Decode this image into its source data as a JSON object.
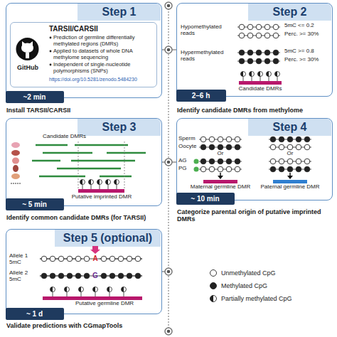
{
  "diagram": {
    "nodes": [
      {
        "text": [
          "Step 1",
          "Install TARSII/CARSII"
        ]
      },
      {
        "text": [
          "GitHub",
          "TARSII/CARSII",
          "Prediction of germline differentially methylated regions (DMRs)",
          "Applied to datasets of whole DNA methylome sequencing",
          "Independent of single-nucleotide polymorphisms (SNPs)",
          "https://doi.org/10.5281/zenodo.5484230"
        ],
        "in": 0
      },
      {
        "text": [
          "~2 min"
        ],
        "in": 0
      },
      {
        "text": [
          "Step 2",
          "Identify candidate DMRs from methylome"
        ]
      },
      {
        "text": [
          "2–6 h"
        ],
        "in": 3
      },
      {
        "text": [
          "Step 3",
          "Identify common candidate DMRs (for TARSII)"
        ]
      },
      {
        "text": [
          "~ 5 min"
        ],
        "in": 5
      },
      {
        "text": [
          "Step 4",
          "Categorize parental origin of putative imprinted DMRs"
        ]
      },
      {
        "text": [
          "~ 10 min"
        ],
        "in": 7
      },
      {
        "text": [
          "Step 5 (optional)",
          "Validate predictions with CGmapTools"
        ]
      },
      {
        "text": [
          "~ 1 d"
        ],
        "in": 9
      }
    ],
    "labels": [
      "Hypomethylated reads",
      "5mC <= 0.2",
      "Perc. >= 30%",
      "Hypermethylated reads",
      "5mC >= 0.8",
      "Perc. >= 30%",
      "Candidate DMRs",
      "Candidate DMRs",
      "Putative imprinted DMR",
      "Sperm",
      "Oocyte",
      "Or",
      "AG",
      "PG",
      "Or",
      "Maternal germline DMR",
      "Paternal germline DMR",
      "Allele 1 5mC",
      "A",
      "Allele 2 5mC",
      "G",
      "Putative germline DMR"
    ],
    "legend": [
      {
        "text": "Unmethylated CpG"
      },
      {
        "text": "Methylated CpG"
      },
      {
        "text": "Partially methylated CpG"
      }
    ]
  }
}
